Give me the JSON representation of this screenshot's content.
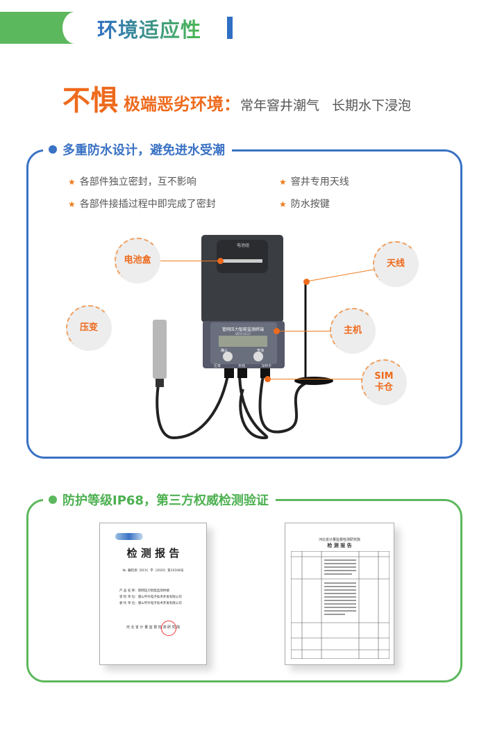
{
  "section_title": "环境适应性",
  "headline": {
    "big": "不惧",
    "mid": "极端恶劣环境：",
    "grey1": "常年窨井潮气",
    "grey2": "长期水下浸泡"
  },
  "waterproof": {
    "heading": "多重防水设计，避免进水受潮",
    "bullets": [
      "各部件独立密封，互不影响",
      "窨井专用天线",
      "各部件接插过程中即完成了密封",
      "防水按键"
    ],
    "labels": {
      "battery": "电池盒",
      "antenna": "天线",
      "pressure": "压变",
      "host": "主机",
      "sim1": "SIM",
      "sim2": "卡仓"
    },
    "device": {
      "battery_label": "电池组",
      "host_label": "管网压力智能监测终端",
      "host_model": "SKTX-4G17",
      "btn1": "确认",
      "btn2": "查询",
      "port1": "压变",
      "port2": "天线",
      "port3": "SIM卡"
    }
  },
  "certification": {
    "heading": "防护等级IP68，第三方权威检测验证",
    "doc1": {
      "title": "检 测 报 告",
      "number": "№: 冀检测（DCX）字（2020）第10108号",
      "row1": "产 品 名 称：管网压力智能监测终端",
      "row2": "受 检 单 位：唐山平升电子技术开发有限公司",
      "row3": "委 托 单 位：唐山平升电子技术开发有限公司",
      "issuer": "河 北 省 计 量 监 督 检 测 研 究 院"
    },
    "doc2": {
      "org": "河北省计量监督检测研究院",
      "title": "检 测 报 告"
    }
  },
  "colors": {
    "blue": "#3a72c4",
    "green": "#5cb85c",
    "orange": "#ee6a1c"
  }
}
